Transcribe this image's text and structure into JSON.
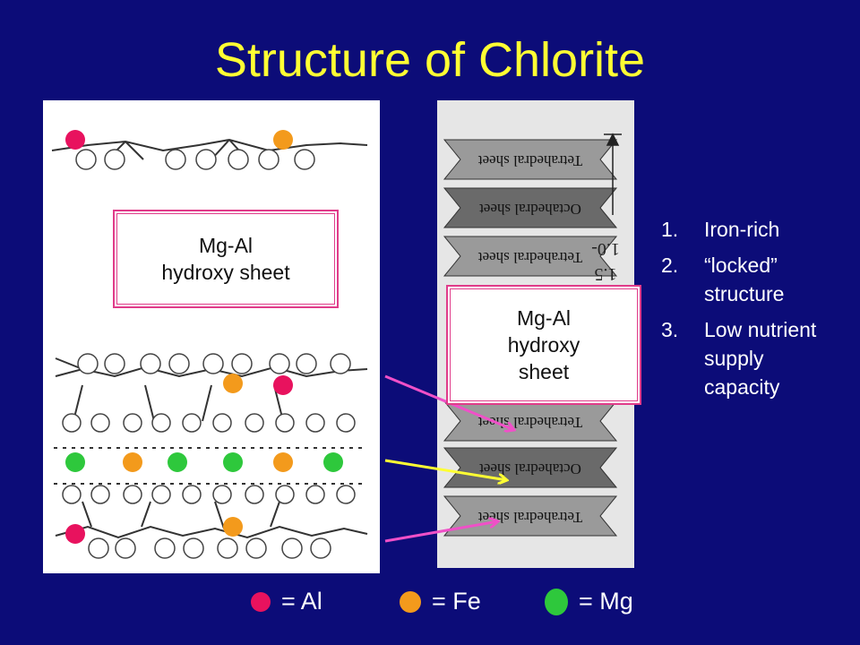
{
  "title": "Structure of Chlorite",
  "callout_left": {
    "line1": "Mg-Al",
    "line2": "hydroxy sheet"
  },
  "callout_right": {
    "line1": "Mg-Al",
    "line2": "hydroxy",
    "line3": "sheet"
  },
  "features": [
    {
      "num": "1.",
      "text": "Iron-rich"
    },
    {
      "num": "2.",
      "text": "“locked” structure"
    },
    {
      "num": "3.",
      "text": "Low nutrient supply capacity"
    }
  ],
  "sheet_labels": [
    "Tetrahedral sheet",
    "Octahedral sheet",
    "Tetrahedral sheet",
    "Tetrahedral sheet",
    "Octahedral sheet",
    "Tetrahedral sheet"
  ],
  "scale_labels": [
    "1.0-",
    "1.5"
  ],
  "legend": [
    {
      "label": "= Al",
      "color": "#e8125e"
    },
    {
      "label": "= Fe",
      "color": "#f39a1c"
    },
    {
      "label": "= Mg",
      "color": "#2ec83c"
    }
  ],
  "colors": {
    "al": "#e8125e",
    "fe": "#f39a1c",
    "mg": "#2ec83c",
    "arrow_pink": "#f050c8",
    "arrow_yellow": "#ffff33"
  }
}
